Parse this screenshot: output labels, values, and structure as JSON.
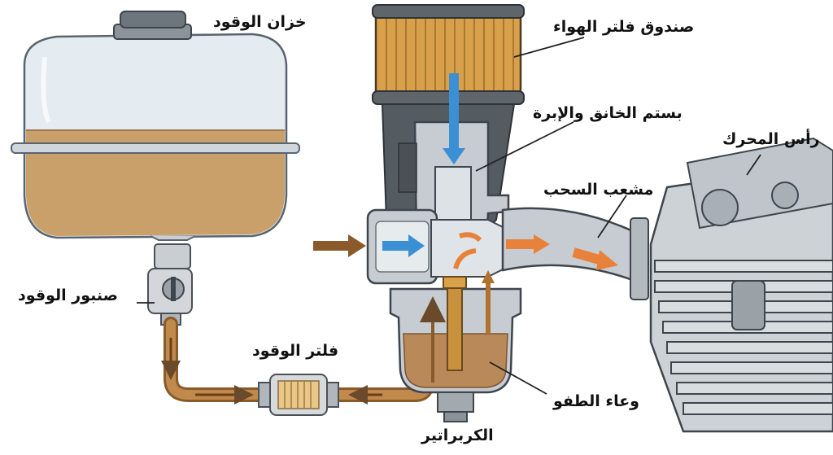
{
  "labels": {
    "fuel_tank": "خزان الوقود",
    "air_filter_box": "صندوق فلتر الهواء",
    "choke_needle_piston": "بستم الخانق والإبرة",
    "engine_head": "رأس المحرك",
    "intake_manifold": "مشعب السحب",
    "fuel_tap": "صنبور الوقود",
    "fuel_filter": "فلتر الوقود",
    "float_bowl": "وعاء الطفو",
    "carburetor": "الكربراتير"
  },
  "colors": {
    "fuel": "#c9a06a",
    "fuel_line": "#b07a3c",
    "air_flow": "#3b8fd4",
    "mixture_flow": "#e8823a",
    "metal": "#c9ced3",
    "filter_element": "#d8a04a"
  }
}
